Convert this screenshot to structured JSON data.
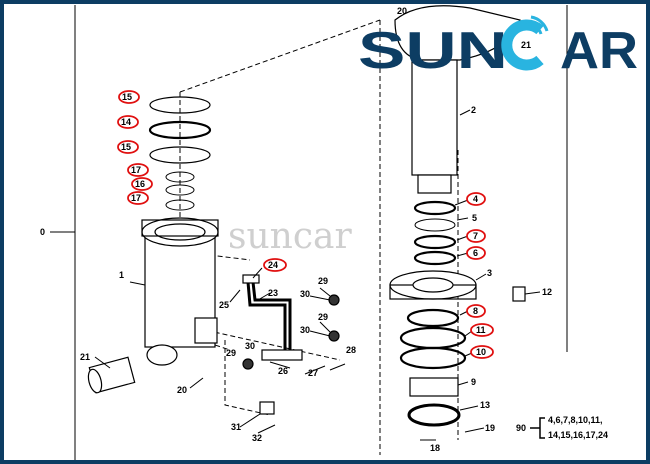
{
  "brand": {
    "logo_text": "SUNCAR",
    "watermark": "suncar",
    "primary_color": "#0d3d63",
    "accent_color": "#29b4e0"
  },
  "frame_color": "#0d3d63",
  "highlight_color": "#e01010",
  "callouts": [
    {
      "label": "15",
      "circled": true
    },
    {
      "label": "14",
      "circled": true
    },
    {
      "label": "15",
      "circled": true
    },
    {
      "label": "17",
      "circled": true
    },
    {
      "label": "16",
      "circled": true
    },
    {
      "label": "17",
      "circled": true
    },
    {
      "label": "1",
      "circled": false
    },
    {
      "label": "21",
      "circled": false
    },
    {
      "label": "20",
      "circled": false
    },
    {
      "label": "24",
      "circled": true
    },
    {
      "label": "25",
      "circled": false
    },
    {
      "label": "23",
      "circled": false
    },
    {
      "label": "29",
      "circled": false
    },
    {
      "label": "30",
      "circled": false
    },
    {
      "label": "29",
      "circled": false
    },
    {
      "label": "30",
      "circled": false
    },
    {
      "label": "29",
      "circled": false
    },
    {
      "label": "30",
      "circled": false
    },
    {
      "label": "26",
      "circled": false
    },
    {
      "label": "27",
      "circled": false
    },
    {
      "label": "28",
      "circled": false
    },
    {
      "label": "31",
      "circled": false
    },
    {
      "label": "32",
      "circled": false
    },
    {
      "label": "20",
      "circled": false
    },
    {
      "label": "21",
      "circled": false
    },
    {
      "label": "2",
      "circled": false
    },
    {
      "label": "4",
      "circled": true
    },
    {
      "label": "5",
      "circled": false
    },
    {
      "label": "7",
      "circled": true
    },
    {
      "label": "6",
      "circled": true
    },
    {
      "label": "3",
      "circled": false
    },
    {
      "label": "12",
      "circled": false
    },
    {
      "label": "8",
      "circled": true
    },
    {
      "label": "11",
      "circled": true
    },
    {
      "label": "10",
      "circled": true
    },
    {
      "label": "9",
      "circled": false
    },
    {
      "label": "13",
      "circled": false
    },
    {
      "label": "19",
      "circled": false
    },
    {
      "label": "18",
      "circled": false
    },
    {
      "label": "0",
      "circled": false
    }
  ],
  "kit": {
    "label": "90",
    "items_line1": "4,6,7,8,10,11,",
    "items_line2": "14,15,16,17,24"
  }
}
